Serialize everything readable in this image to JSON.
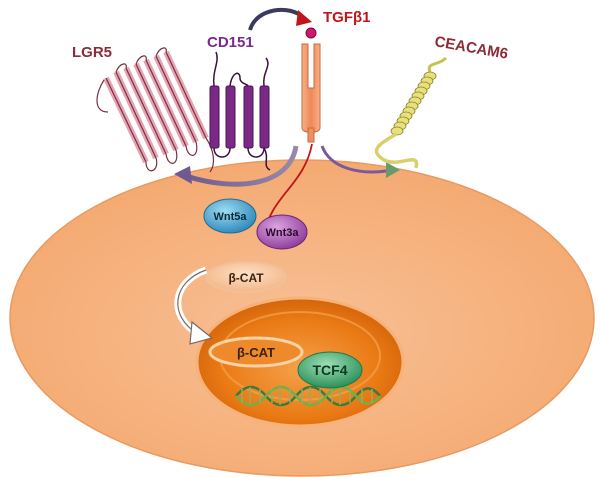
{
  "diagram": {
    "labels": {
      "lgr5": "LGR5",
      "cd151": "CD151",
      "tgfb1": "TGFβ1",
      "ceacam6": "CEACAM6",
      "wnt5a": "Wnt5a",
      "wnt3a": "Wnt3a",
      "bcat_cytoplasm": "β-CAT",
      "bcat_nucleus": "β-CAT",
      "tcf4": "TCF4"
    },
    "colors": {
      "cell": "#f6b07a",
      "nucleus": "#ee7a16",
      "nucleolus": "#f49a3c",
      "lgr5": "#e2a0ae",
      "cd151": "#7a2a86",
      "tgf_receptor": "#f2926a",
      "ceacam6": "#d9d86a",
      "wnt5a": "#48a8d4",
      "wnt3a": "#b062b8",
      "tcf4": "#3fb071",
      "tgfb1_text": "#c0161b",
      "lgr5_text": "#8b2c38",
      "cd151_text": "#7a2a8a",
      "ceacam6_text": "#8b2c38",
      "arrow_red": "#c0161b"
    }
  }
}
